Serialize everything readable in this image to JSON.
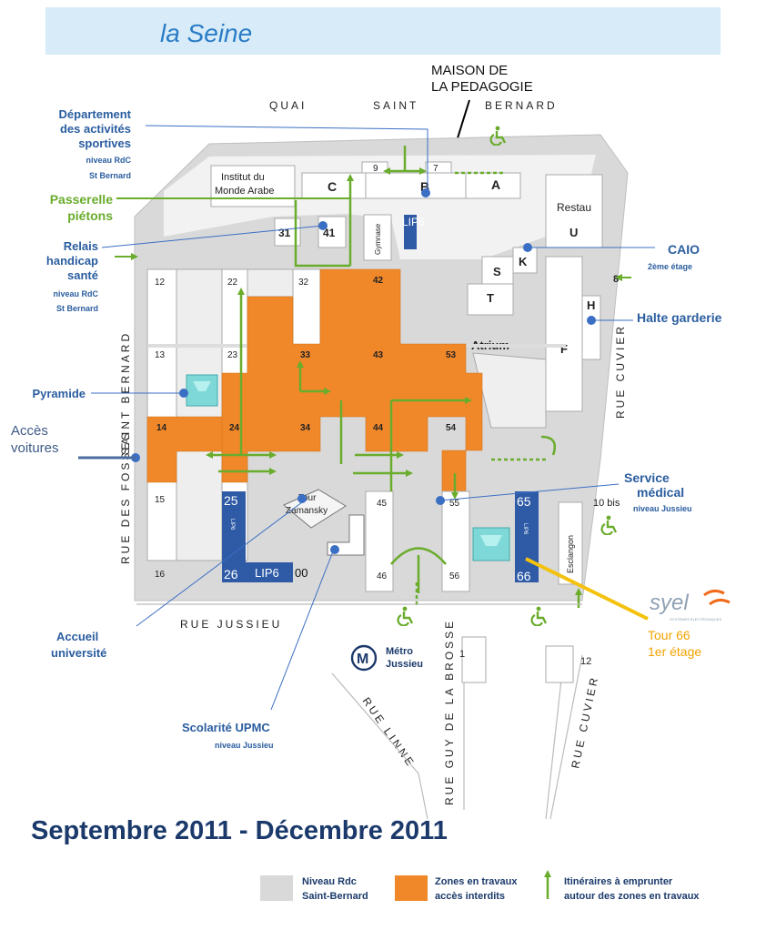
{
  "header": {
    "river": "la Seine"
  },
  "top_note": {
    "line1": "MAISON DE",
    "line2": "LA PEDAGOGIE"
  },
  "streets": {
    "quai": [
      "QUAI",
      "SAINT",
      "BERNARD"
    ],
    "jussieu": "RUE JUSSIEU",
    "fosses": "RUE DES FOSSES",
    "saint_bernard": "SAINT BERNARD",
    "cuvier_top": "RUE CUVIER",
    "cuvier_bottom": "RUE CUVIER",
    "linne": "RUE LINNE",
    "guy_brosse": "RUE GUY DE LA BROSSE"
  },
  "left_labels": {
    "sport": {
      "l1": "Département",
      "l2": "des activités",
      "l3": "sportives",
      "sub1": "niveau RdC",
      "sub2": "St Bernard"
    },
    "passerelle": {
      "l1": "Passerelle",
      "l2": "piétons"
    },
    "relais": {
      "l1": "Relais",
      "l2": "handicap",
      "l3": "santé",
      "sub1": "niveau RdC",
      "sub2": "St Bernard"
    },
    "pyramide": "Pyramide",
    "acces": {
      "l1": "Accès",
      "l2": "voitures"
    },
    "accueil": {
      "l1": "Accueil",
      "l2": "université"
    },
    "scolarite": {
      "l1": "Scolarité UPMC",
      "sub": "niveau Jussieu"
    }
  },
  "right_labels": {
    "caio": {
      "l1": "CAIO",
      "sub": "2ème étage"
    },
    "halte": "Halte garderie",
    "service": {
      "l1": "Service",
      "l2": "médical",
      "sub": "niveau Jussieu"
    },
    "tour66": {
      "l1": "Tour 66",
      "l2": "1er étage"
    },
    "syel": "syel",
    "syel_sub": "SYSTÈMES ÉLECTRONIQUES"
  },
  "buildings": {
    "ima": {
      "l1": "Institut du",
      "l2": "Monde Arabe"
    },
    "C": "C",
    "B": "B",
    "A": "A",
    "n9": "9",
    "n7": "7",
    "restau": "Restau",
    "U": "U",
    "n31": "31",
    "n41": "41",
    "gym": "Gymnase",
    "S": "S",
    "K": "K",
    "T": "T",
    "H": "H",
    "F": "F",
    "n8": "8",
    "atrium": "Atrium",
    "row_left": [
      "12",
      "13",
      "14",
      "15",
      "16"
    ],
    "row_22": [
      "22",
      "23",
      "24"
    ],
    "n32": "32",
    "n33": "33",
    "n34": "34",
    "n42": "42",
    "n43": "43",
    "n44": "44",
    "n53": "53",
    "n54": "54",
    "n45": "45",
    "n46": "46",
    "n55": "55",
    "n56": "56",
    "tour": {
      "l1": "Tour",
      "l2": "Zamansky"
    },
    "n10bis": "10 bis",
    "esclangon": "Esclangon",
    "n11": "1",
    "n12": "12"
  },
  "lip6": {
    "top": "LIP6",
    "n25": "25",
    "n26": "26",
    "bottom": "LIP6",
    "n00": "00",
    "n65": "65",
    "n66": "66",
    "vertical": "LIP6"
  },
  "metro": {
    "symbol": "M",
    "l1": "Métro",
    "l2": "Jussieu"
  },
  "period": "Septembre 2011 - Décembre 2011",
  "legend": {
    "gray": {
      "l1": "Niveau Rdc",
      "l2": "Saint-Bernard",
      "color": "#d9d9d9"
    },
    "orange": {
      "l1": "Zones en travaux",
      "l2": "accès interdits",
      "color": "#f0882a"
    },
    "arrow": {
      "l1": "Itinéraires à emprunter",
      "l2": "autour des zones en travaux",
      "color": "#6aac2c"
    }
  },
  "colors": {
    "blue_label": "#2a5d9f",
    "green": "#6aac2c",
    "orange_zone": "#f0882a",
    "lip6": "#2e5aa6",
    "header_band": "#d7ecf8",
    "syel": "#f4a300"
  }
}
